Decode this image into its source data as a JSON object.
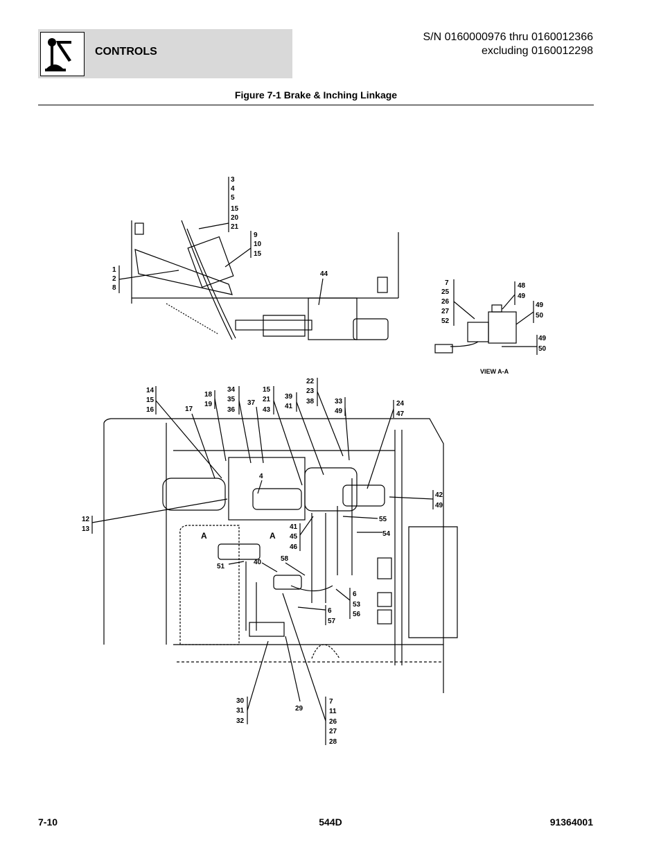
{
  "header": {
    "section_title": "CONTROLS",
    "serial_line1": "S/N 0160000976 thru 0160012366",
    "serial_line2": "excluding 0160012298",
    "logo_icon": "joystick-lever-icon"
  },
  "figure_title": "Figure 7-1 Brake & Inching Linkage",
  "callouts": {
    "top_3": "3",
    "top_4": "4",
    "top_5": "5",
    "top_15": "15",
    "top_20": "20",
    "top_21": "21",
    "top_9": "9",
    "top_10": "10",
    "top_15b": "15",
    "top_1": "1",
    "top_2": "2",
    "top_8": "8",
    "top_44": "44",
    "va_7": "7",
    "va_25": "25",
    "va_26": "26",
    "va_27": "27",
    "va_52": "52",
    "va_48": "48",
    "va_49": "49",
    "va_49b": "49",
    "va_50": "50",
    "va_49c": "49",
    "va_50b": "50",
    "view_label": "VIEW A-A",
    "b_14": "14",
    "b_15": "15",
    "b_16": "16",
    "b_17": "17",
    "b_18": "18",
    "b_19": "19",
    "b_34": "34",
    "b_35": "35",
    "b_36": "36",
    "b_37": "37",
    "b_15b": "15",
    "b_21": "21",
    "b_43": "43",
    "b_39": "39",
    "b_41": "41",
    "b_22": "22",
    "b_23": "23",
    "b_38": "38",
    "b_33": "33",
    "b_49": "49",
    "b_24": "24",
    "b_47": "47",
    "b_4": "4",
    "b_42": "42",
    "b_49b": "49",
    "b_12": "12",
    "b_13": "13",
    "b_55": "55",
    "b_54": "54",
    "b_41b": "41",
    "b_45": "45",
    "b_46": "46",
    "b_A1": "A",
    "b_A2": "A",
    "b_51": "51",
    "b_40": "40",
    "b_58": "58",
    "b_6": "6",
    "b_53": "53",
    "b_56": "56",
    "b_6b": "6",
    "b_57": "57",
    "b_30": "30",
    "b_31": "31",
    "b_32": "32",
    "b_29": "29",
    "b_7": "7",
    "b_11": "11",
    "b_26": "26",
    "b_27": "27",
    "b_28": "28"
  },
  "footer": {
    "page": "7-10",
    "model": "544D",
    "doc_number": "91364001"
  }
}
